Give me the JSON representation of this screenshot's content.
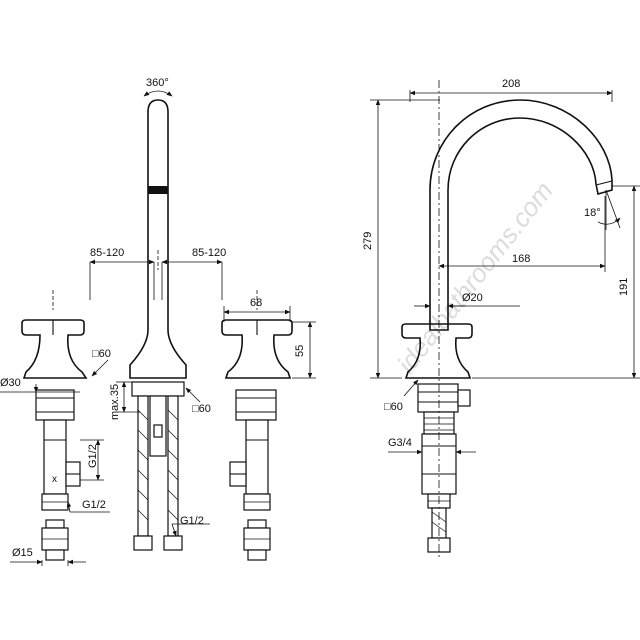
{
  "left_view": {
    "rotation": "360°",
    "spacing_left": "85-120",
    "spacing_right": "85-120",
    "handle_height": "68",
    "handle_to_base": "55",
    "square_left": "□60",
    "diameter_base": "Ø30",
    "max_depth": "max.35",
    "square_center": "□60",
    "thread_valve": "G1/2",
    "thread_connector": "G1/2",
    "thread_hose": "G1/2",
    "diameter_pipe": "Ø15"
  },
  "right_view": {
    "reach": "208",
    "total_height": "279",
    "outlet_height": "191",
    "angle": "18°",
    "spout_projection": "168",
    "spout_diameter": "Ø20",
    "square_base": "□60",
    "thread_body": "G3/4"
  },
  "watermark": "idealbathrooms.com",
  "icons": [
    "rotation-arrow-icon",
    "angle-arc-icon"
  ]
}
